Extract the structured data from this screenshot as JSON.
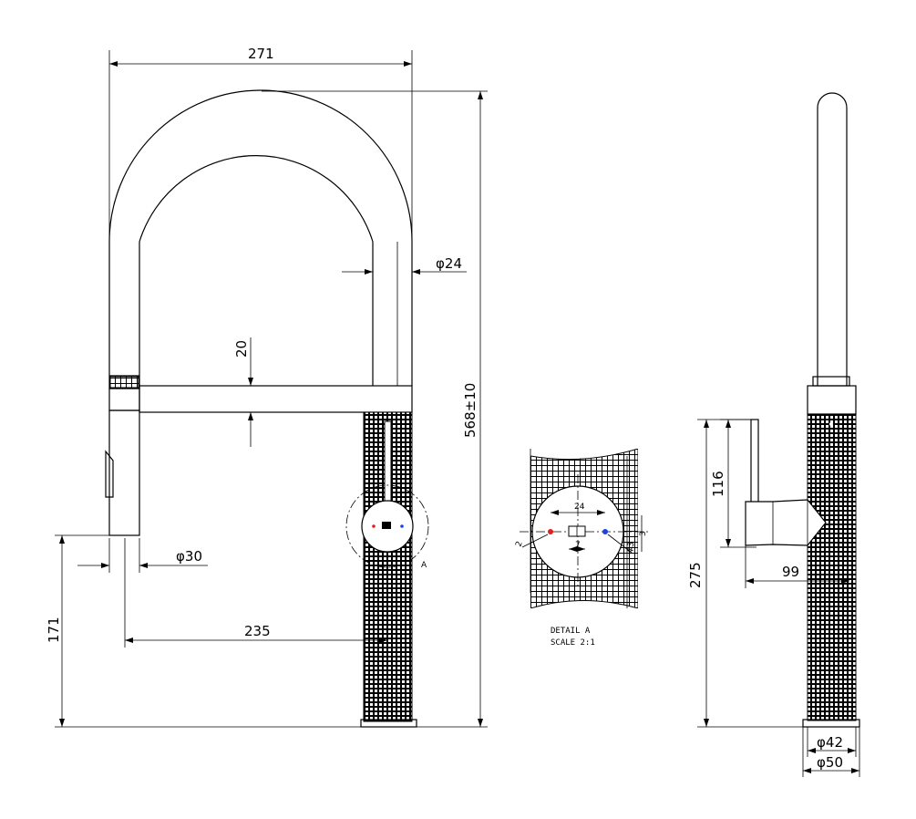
{
  "front_view": {
    "dim_width": "271",
    "dim_hose_diameter": "φ24",
    "dim_height": "568±10",
    "dim_spout_thickness": "20",
    "dim_head_diameter": "φ30",
    "dim_reach": "235",
    "dim_head_height": "171",
    "detail_marker": "A"
  },
  "detail_view": {
    "dim_24": "24",
    "dim_7": "7",
    "dim_3": "3",
    "dim_2": "2",
    "dim_phi3": "φ3",
    "label_title": "DETAIL A",
    "label_scale": "SCALE 2:1"
  },
  "side_view": {
    "dim_handle_height": "116",
    "dim_body_height": "275",
    "dim_handle_reach": "99",
    "dim_base_inner": "φ42",
    "dim_base_outer": "φ50"
  },
  "colors": {
    "hot_dot": "#e0201f",
    "cold_dot": "#1f3fe0",
    "line": "#000000"
  }
}
